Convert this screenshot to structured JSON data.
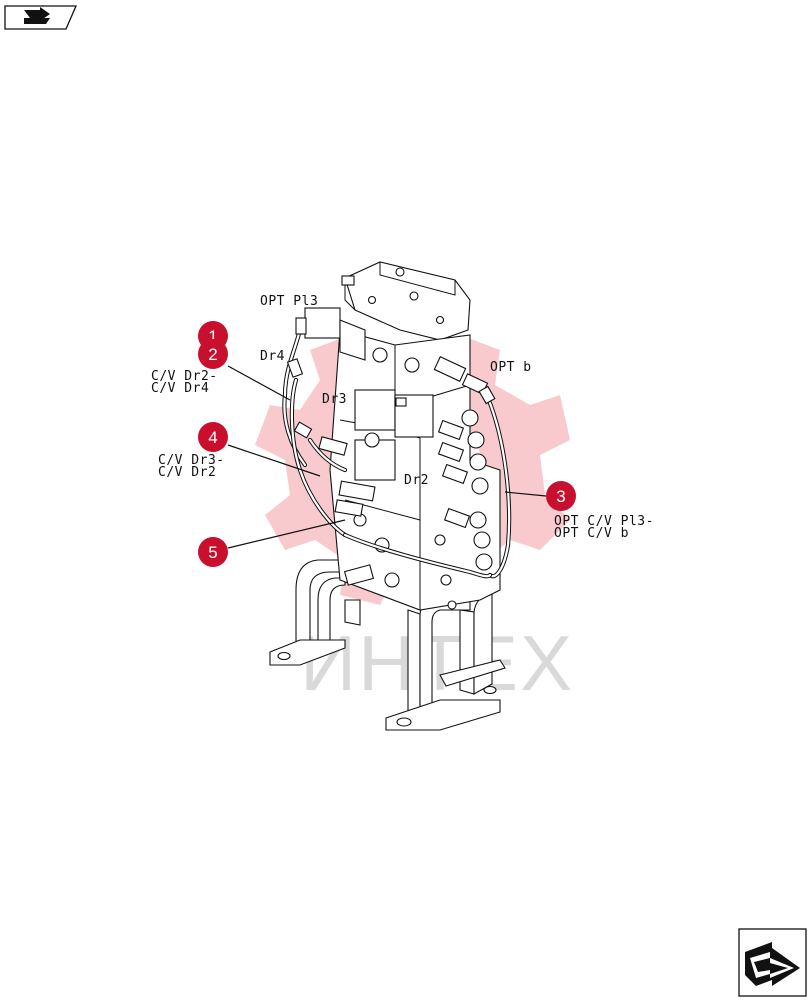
{
  "labels": {
    "opt_pi3": "OPT Pl3",
    "dr4": "Dr4",
    "dr3": "Dr3",
    "dr2": "Dr2",
    "opt_b": "OPT b",
    "cv_dr2_dr4_line1": "C/V Dr2-",
    "cv_dr2_dr4_line2": "C/V Dr4",
    "cv_dr3_dr2_line1": "C/V Dr3-",
    "cv_dr3_dr2_line2": "C/V Dr2",
    "opt_cv_line1": "OPT C/V Pl3-",
    "opt_cv_line2": "OPT C/V b"
  },
  "callouts": [
    "1",
    "2",
    "3",
    "4",
    "5"
  ],
  "watermark": "ИНТЕХ",
  "colors": {
    "callout": "#c8102e",
    "watermark_gear": "#f5b8be",
    "watermark_text": "#d9d9d9",
    "line": "#111111"
  },
  "icons": {
    "top_left": "arrow-to-folder-icon",
    "bottom_right": "next-page-arrow-icon"
  }
}
